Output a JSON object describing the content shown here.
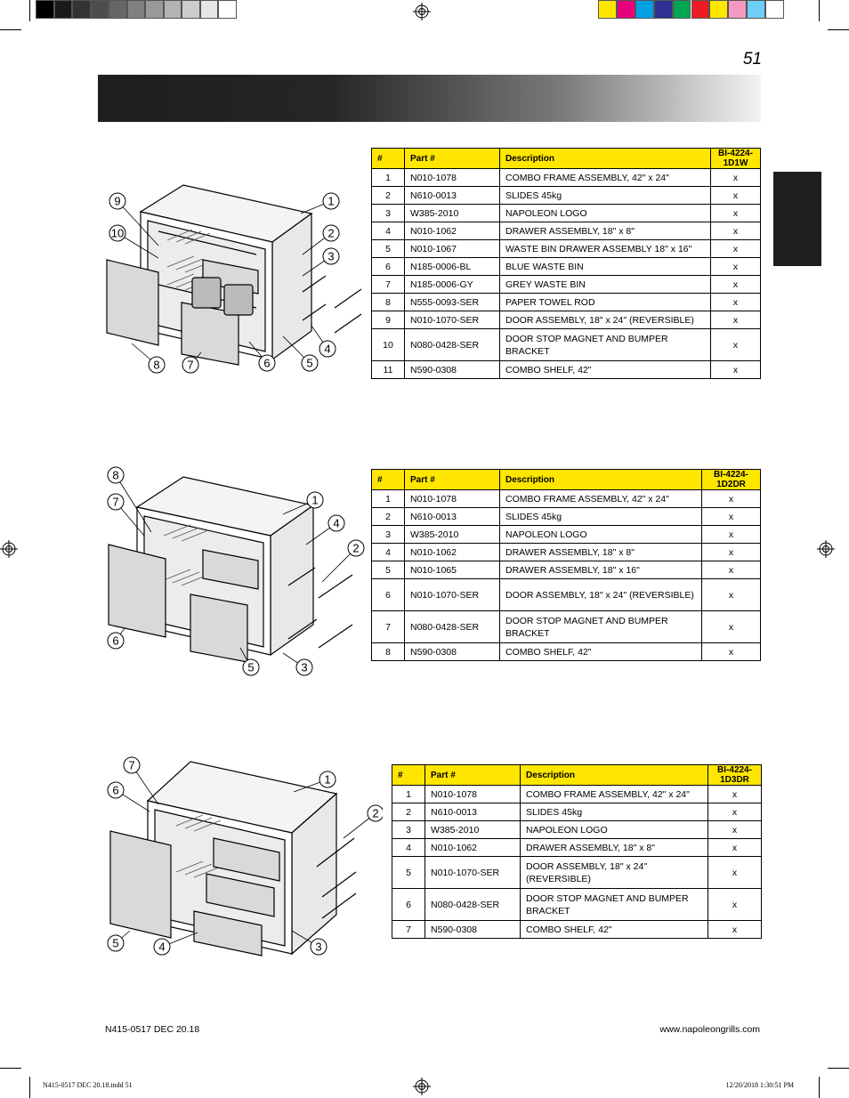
{
  "page": {
    "page_number": "51",
    "footer_code": "N415-0517 DEC 20.18",
    "footer_url": "www.napoleongrills.com",
    "slug_file": "N415-0517 DEC 20.18.indd   51",
    "slug_date": "12/20/2018   1:30:51 PM"
  },
  "colors": {
    "header_band": "#1e1e1e",
    "table_header": "#ffe600",
    "gray_bar": [
      "#000000",
      "#1a1a1a",
      "#333333",
      "#4d4d4d",
      "#666666",
      "#808080",
      "#999999",
      "#b3b3b3",
      "#cccccc",
      "#e6e6e6",
      "#ffffff"
    ],
    "color_bar": [
      "#ffe600",
      "#e6007e",
      "#00a0e3",
      "#2e3192",
      "#00a651",
      "#ed1c24",
      "#ffe600",
      "#f49ac1",
      "#6dcff6",
      "#ffffff"
    ]
  },
  "tables": [
    {
      "headers": [
        "#",
        "Part #",
        "Description",
        "BI-4224-1D1W"
      ],
      "rows": [
        [
          "1",
          "N010-1078",
          "COMBO FRAME ASSEMBLY, 42\" x 24\"",
          "x"
        ],
        [
          "2",
          "N610-0013",
          "SLIDES 45kg",
          "x"
        ],
        [
          "3",
          "W385-2010",
          "NAPOLEON LOGO",
          "x"
        ],
        [
          "4",
          "N010-1062",
          "DRAWER ASSEMBLY, 18\" x 8\"",
          "x"
        ],
        [
          "5",
          "N010-1067",
          "WASTE BIN DRAWER ASSEMBLY 18\" x 16\"",
          "x"
        ],
        [
          "6",
          "N185-0006-BL",
          "BLUE WASTE BIN",
          "x"
        ],
        [
          "7",
          "N185-0006-GY",
          "GREY WASTE BIN",
          "x"
        ],
        [
          "8",
          "N555-0093-SER",
          "PAPER TOWEL ROD",
          "x"
        ],
        [
          "9",
          "N010-1070-SER",
          "DOOR ASSEMBLY, 18\" x 24\" (REVERSIBLE)",
          "x"
        ],
        [
          "10",
          "N080-0428-SER",
          "DOOR STOP MAGNET AND BUMPER BRACKET",
          "x"
        ],
        [
          "11",
          "N590-0308",
          "COMBO SHELF, 42\"",
          "x"
        ]
      ]
    },
    {
      "headers": [
        "#",
        "Part #",
        "Description",
        "BI-4224-1D2DR"
      ],
      "rows": [
        [
          "1",
          "N010-1078",
          "COMBO FRAME ASSEMBLY, 42\" x 24\"",
          "x"
        ],
        [
          "2",
          "N610-0013",
          "SLIDES 45kg",
          "x"
        ],
        [
          "3",
          "W385-2010",
          "NAPOLEON LOGO",
          "x"
        ],
        [
          "4",
          "N010-1062",
          "DRAWER ASSEMBLY, 18\" x 8\"",
          "x"
        ],
        [
          "5",
          "N010-1065",
          "DRAWER ASSEMBLY, 18\" x 16\"",
          "x"
        ],
        [
          "6",
          "N010-1070-SER",
          "DOOR ASSEMBLY, 18\" x 24\" (REVERSIBLE)",
          "x"
        ],
        [
          "7",
          "N080-0428-SER",
          "DOOR STOP MAGNET AND BUMPER BRACKET",
          "x"
        ],
        [
          "8",
          "N590-0308",
          "COMBO SHELF, 42\"",
          "x"
        ]
      ]
    },
    {
      "headers": [
        "#",
        "Part #",
        "Description",
        "BI-4224-1D3DR"
      ],
      "rows": [
        [
          "1",
          "N010-1078",
          "COMBO FRAME ASSEMBLY, 42\" x 24\"",
          "x"
        ],
        [
          "2",
          "N610-0013",
          "SLIDES 45kg",
          "x"
        ],
        [
          "3",
          "W385-2010",
          "NAPOLEON LOGO",
          "x"
        ],
        [
          "4",
          "N010-1062",
          "DRAWER ASSEMBLY, 18\" x 8\"",
          "x"
        ],
        [
          "5",
          "N010-1070-SER",
          "DOOR ASSEMBLY, 18\" x 24\" (REVERSIBLE)",
          "x"
        ],
        [
          "6",
          "N080-0428-SER",
          "DOOR STOP MAGNET AND BUMPER BRACKET",
          "x"
        ],
        [
          "7",
          "N590-0308",
          "COMBO SHELF, 42\"",
          "x"
        ]
      ]
    }
  ],
  "diagrams": [
    {
      "callouts": [
        "1",
        "2",
        "3",
        "4",
        "5",
        "6",
        "7",
        "8",
        "9",
        "10"
      ]
    },
    {
      "callouts": [
        "1",
        "2",
        "3",
        "4",
        "5",
        "6",
        "7",
        "8"
      ]
    },
    {
      "callouts": [
        "1",
        "2",
        "3",
        "4",
        "5",
        "6",
        "7"
      ]
    }
  ]
}
